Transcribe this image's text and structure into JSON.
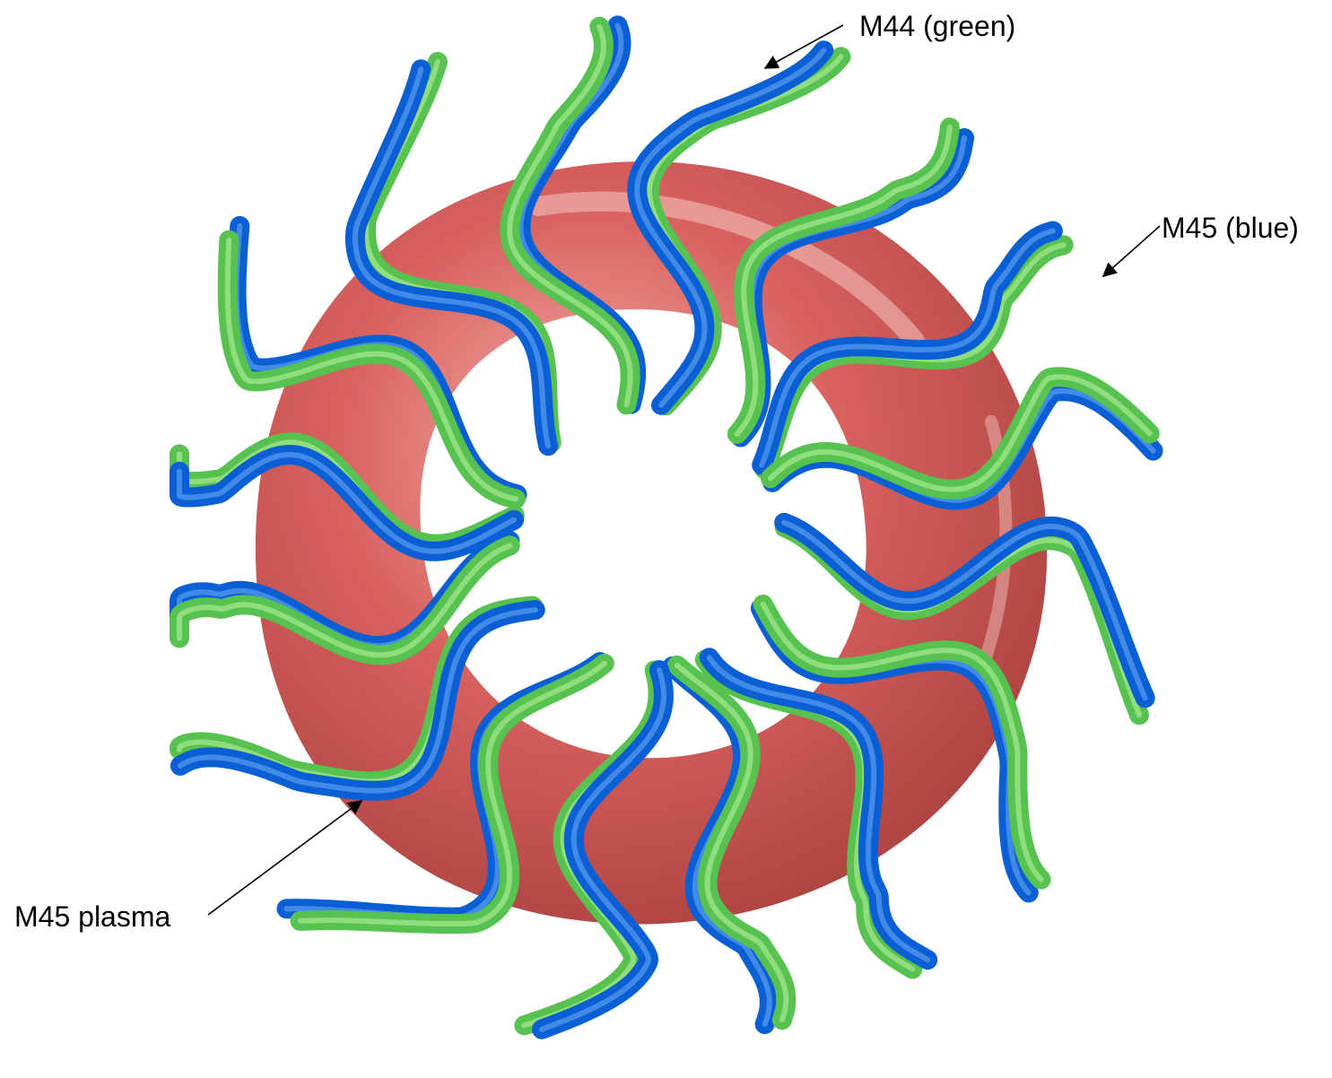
{
  "labels": {
    "coil_set_green": "M44 (green)",
    "coil_set_blue": "M45 (blue)",
    "plasma": "M45 plasma"
  },
  "colors": {
    "background": "#ffffff",
    "plasma_surface": "#d9625f",
    "plasma_highlight": "#f3b3ad",
    "plasma_shadow": "#a8403f",
    "coil_green": "#57c24f",
    "coil_green_light": "#a6e890",
    "coil_blue": "#0b5fd4",
    "coil_blue_light": "#5a9cf0",
    "annotation": "#000000"
  },
  "figure": {
    "coil_count": 16
  }
}
